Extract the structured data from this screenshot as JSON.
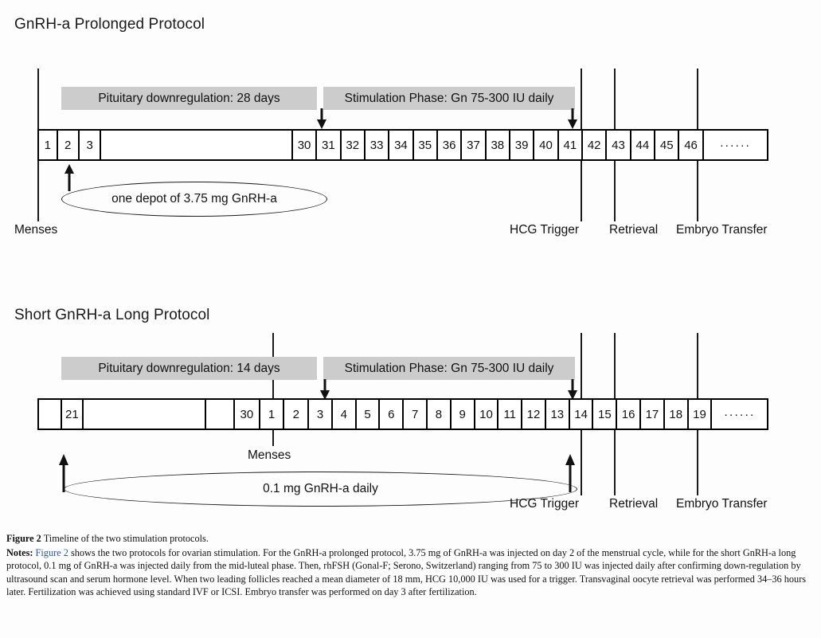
{
  "figure": {
    "label": "Figure 2",
    "title": "Timeline of the two stimulation protocols.",
    "notes_label": "Notes:",
    "notes_xref": "Figure 2",
    "notes_body": " shows the two protocols for ovarian stimulation. For the GnRH-a prolonged protocol, 3.75 mg of GnRH-a was injected on day 2 of the menstrual cycle, while for the short GnRH-a long protocol, 0.1 mg of GnRH-a was injected daily from the mid-luteal phase. Then, rhFSH (Gonal-F; Serono, Switzerland) ranging from 75 to 300 IU was injected daily after confirming down-regulation by ultrasound scan and serum hormone level. When two leading follicles reached a mean diameter of 18 mm, HCG 10,000 IU was used for a trigger. Transvaginal oocyte retrieval was performed 34–36 hours later. Fertilization was achieved using standard IVF or ICSI. Embryo transfer was performed on day 3 after fertilization."
  },
  "colors": {
    "phase_bar_gray": "#cccccc",
    "line_black": "#1a1a1a",
    "xref_blue": "#2b57a6",
    "background": "#fdfdfd"
  },
  "protocol1": {
    "title": "GnRH-a Prolonged Protocol",
    "downregulation_bar": "Pituitary downregulation: 28 days",
    "stimulation_bar": "Stimulation Phase: Gn 75-300 IU daily",
    "callout": "one depot of 3.75 mg GnRH-a",
    "days": [
      "1",
      "2",
      "3",
      "",
      "30",
      "31",
      "32",
      "33",
      "34",
      "35",
      "36",
      "37",
      "38",
      "39",
      "40",
      "41",
      "42",
      "43",
      "44",
      "45",
      "46",
      "······"
    ],
    "events": [
      {
        "name": "menses",
        "label": "Menses"
      },
      {
        "name": "hcg-trigger",
        "label": "HCG Trigger"
      },
      {
        "name": "retrieval",
        "label": "Retrieval"
      },
      {
        "name": "embryo-transfer",
        "label": "Embryo Transfer"
      }
    ]
  },
  "protocol2": {
    "title": "Short GnRH-a Long Protocol",
    "downregulation_bar": "Pituitary downregulation: 14 days",
    "stimulation_bar": "Stimulation Phase: Gn 75-300 IU daily",
    "callout": "0.1 mg GnRH-a daily",
    "days": [
      "",
      "21",
      "",
      "",
      "30",
      "1",
      "2",
      "3",
      "4",
      "5",
      "6",
      "7",
      "8",
      "9",
      "10",
      "11",
      "12",
      "13",
      "14",
      "15",
      "16",
      "17",
      "18",
      "19",
      "······"
    ],
    "events": [
      {
        "name": "menses",
        "label": "Menses"
      },
      {
        "name": "hcg-trigger",
        "label": "HCG Trigger"
      },
      {
        "name": "retrieval",
        "label": "Retrieval"
      },
      {
        "name": "embryo-transfer",
        "label": "Embryo Transfer"
      }
    ]
  }
}
